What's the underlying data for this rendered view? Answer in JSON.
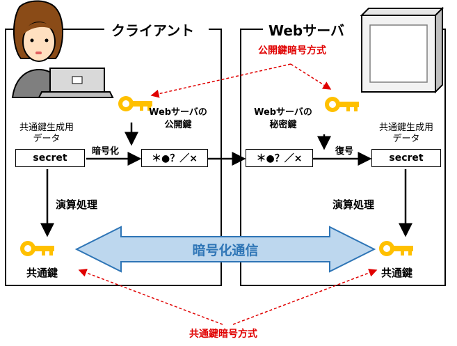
{
  "client": {
    "title": "クライアント",
    "gen_label": [
      "共通鍵生成用",
      "データ"
    ],
    "secret": "secret",
    "encrypt_label": "暗号化",
    "calc_label": "演算処理",
    "common_key_label": "共通鍵",
    "public_key_label": [
      "Webサーバの",
      "公開鍵"
    ],
    "cipher_text": "＊●？／×"
  },
  "server": {
    "title": "Webサーバ",
    "gen_label": [
      "共通鍵生成用",
      "データ"
    ],
    "secret": "secret",
    "decrypt_label": "復号",
    "calc_label": "演算処理",
    "common_key_label": "共通鍵",
    "private_key_label": [
      "Webサーバの",
      "秘密鍵"
    ],
    "cipher_text": "＊●？／×"
  },
  "public_key_crypto_label": "公開鍵暗号方式",
  "common_key_crypto_label": "共通鍵暗号方式",
  "encrypted_comm_label": "暗号化通信",
  "colors": {
    "key": "#ffc000",
    "red": "#e00000",
    "arrow_fill": "#bdd7ee",
    "arrow_stroke": "#2e75b6",
    "arrow_text": "#2e75b6"
  }
}
